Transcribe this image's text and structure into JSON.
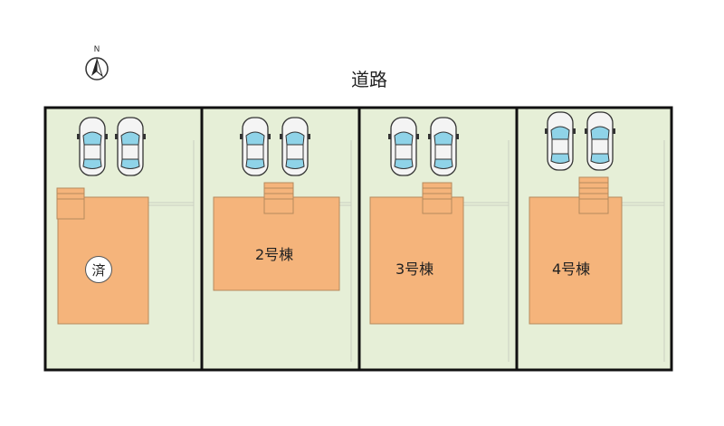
{
  "compass": {
    "label": "N",
    "icon": "north-arrow-icon"
  },
  "road": {
    "label": "道路"
  },
  "lots": [
    {
      "id": "lot-1",
      "status": "sold",
      "badge": "済",
      "label": "",
      "parking_spaces": 2
    },
    {
      "id": "lot-2",
      "status": "available",
      "label": "2号棟",
      "parking_spaces": 2
    },
    {
      "id": "lot-3",
      "status": "available",
      "label": "3号棟",
      "parking_spaces": 2
    },
    {
      "id": "lot-4",
      "status": "available",
      "label": "4号棟",
      "parking_spaces": 2
    }
  ],
  "colors": {
    "lot_fill": "#e6efd7",
    "house_fill": "#f5b47b",
    "house_stroke": "#b58a5d",
    "border": "#111111",
    "car_body": "#f4f4f4",
    "car_glass": "#8fd3e8"
  }
}
